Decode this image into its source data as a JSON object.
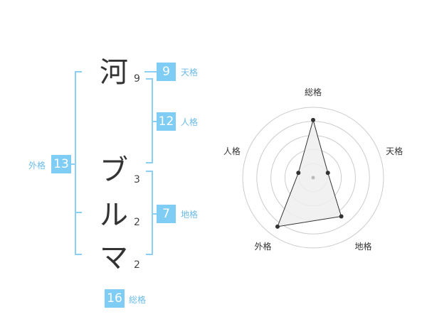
{
  "name_chars": [
    {
      "char": "河",
      "strokes": "9"
    },
    {
      "char": "ブ",
      "strokes": "3"
    },
    {
      "char": "ル",
      "strokes": "2"
    },
    {
      "char": "マ",
      "strokes": "2"
    }
  ],
  "fortunes": {
    "tenkaku": {
      "value": "9",
      "label": "天格"
    },
    "jinkaku": {
      "value": "12",
      "label": "人格"
    },
    "chikaku": {
      "value": "7",
      "label": "地格"
    },
    "gaikaku": {
      "value": "13",
      "label": "外格"
    },
    "soukaku": {
      "value": "16",
      "label": "総格"
    }
  },
  "colors": {
    "accent": "#7fccf5",
    "label": "#6bbbe8",
    "text": "#333333"
  },
  "chart_data": {
    "type": "radar",
    "axes": [
      "総格",
      "天格",
      "地格",
      "外格",
      "人格"
    ],
    "values": [
      0.82,
      0.22,
      0.68,
      0.86,
      0.22
    ],
    "rings": 5,
    "range": [
      0,
      1
    ]
  }
}
